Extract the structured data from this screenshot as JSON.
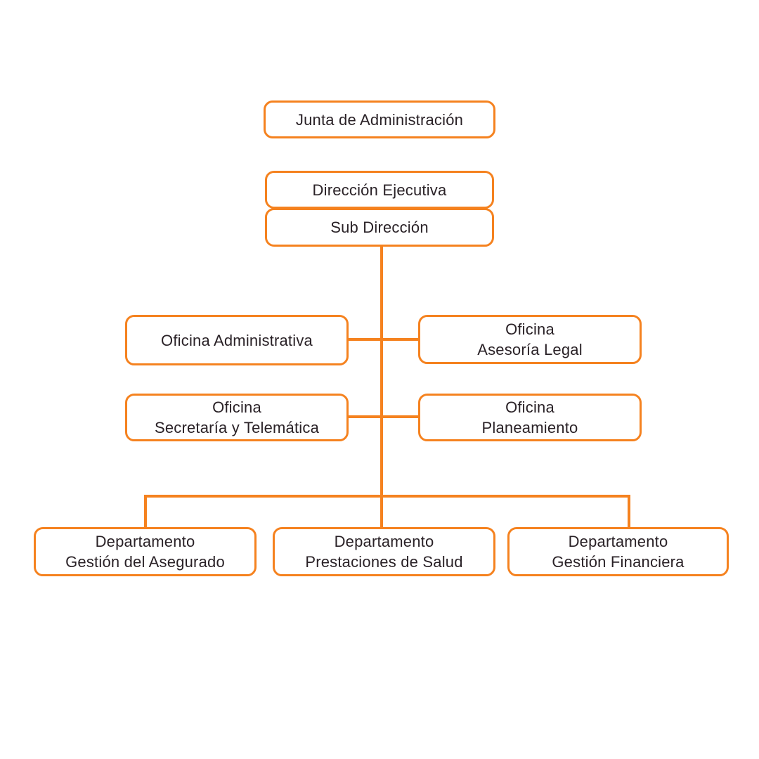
{
  "colors": {
    "accent": "#F5821F",
    "text": "#2A2227",
    "background": "#FFFFFF"
  },
  "nodes": {
    "junta": {
      "line1": "Junta de Administración"
    },
    "direccion": {
      "line1": "Dirección Ejecutiva"
    },
    "subdireccion": {
      "line1": "Sub Dirección"
    },
    "oficina_administrativa": {
      "line1": "Oficina Administrativa"
    },
    "oficina_asesoria_legal": {
      "line1": "Oficina",
      "line2": "Asesoría Legal"
    },
    "oficina_secretaria_telematica": {
      "line1": "Oficina",
      "line2": "Secretaría y Telemática"
    },
    "oficina_planeamiento": {
      "line1": "Oficina",
      "line2": "Planeamiento"
    },
    "departamento_gestion_asegurado": {
      "line1": "Departamento",
      "line2": "Gestión del Asegurado"
    },
    "departamento_prestaciones_salud": {
      "line1": "Departamento",
      "line2": "Prestaciones de Salud"
    },
    "departamento_gestion_financiera": {
      "line1": "Departamento",
      "line2": "Gestión Financiera"
    }
  }
}
